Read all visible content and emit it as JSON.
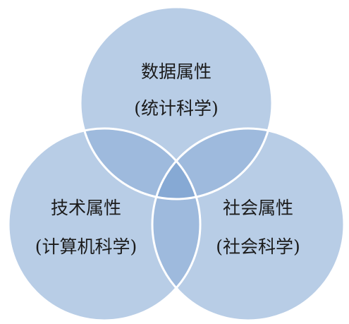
{
  "diagram": {
    "type": "venn",
    "colors": {
      "fill": "#b8cde6",
      "overlap": "#9ebadd",
      "center": "#86a9d4",
      "stroke": "#ffffff"
    },
    "sets": [
      {
        "id": "data",
        "title": "数据属性",
        "subtitle": "(统计科学)"
      },
      {
        "id": "tech",
        "title": "技术属性",
        "subtitle": "(计算机科学)"
      },
      {
        "id": "social",
        "title": "社会属性",
        "subtitle": "(社会科学)"
      }
    ]
  }
}
